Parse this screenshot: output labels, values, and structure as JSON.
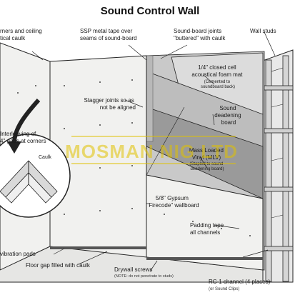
{
  "title": "Sound Control Wall",
  "watermark": "MOSMAN NIG LTD",
  "colors": {
    "wall_panel": "#f1f1ef",
    "soundboard": "#c9c9c9",
    "foam": "#dcdcdc",
    "mlv": "#9a9a9a",
    "deadening": "#bdbdbd",
    "stud": "#d6d6d6",
    "outline": "#222222",
    "watermark": "#e0c100"
  },
  "labels": {
    "corners_ceiling": [
      "rners and ceiling",
      "tical caulk"
    ],
    "ssp_tape": [
      "SSP metal tape over",
      "seams of sound-board"
    ],
    "soundboard_joints": [
      "Sound-board joints",
      "\"buttered\" with caulk"
    ],
    "wall_studs": "Wall studs",
    "foam_mat": [
      "1/4\" closed cell",
      "acoustical foam mat",
      "(Cemented to",
      "soundboard back)"
    ],
    "stagger": [
      "Stagger joints so as",
      "not be aligned"
    ],
    "sound_deadening": [
      "Sound",
      "deadening",
      "board"
    ],
    "interleaving": [
      "Interleaving of",
      "4\" gaps at corners"
    ],
    "caulk": "Caulk",
    "mlv": [
      "Mass Loaded",
      "Vinyl (MLV)",
      "(Stapled to sound",
      "deadening board)"
    ],
    "gypsum": [
      "5/8\" Gypsum",
      "\"Firecode\" wallboard"
    ],
    "padding_tape": [
      "Padding tape",
      "all channels"
    ],
    "vibration_pads": "vibration pads",
    "floor_gap": "Floor gap filled with caulk",
    "drywall_screws": "Drywall screws",
    "screws_note": "(NOTE: do not penetrate to studs)",
    "rc1_channel": "RC-1 channel (4 places)",
    "rc1_note": "(or Sound Clips)"
  }
}
